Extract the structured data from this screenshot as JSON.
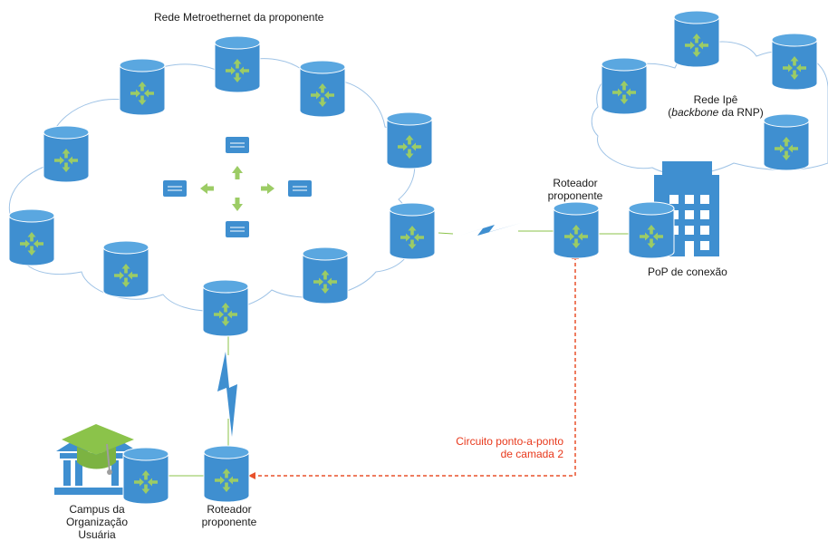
{
  "labels": {
    "metro_title": "Rede Metroethernet da proponente",
    "ipe_line1": "Rede Ipê",
    "ipe_backbone": "backbone",
    "ipe_suffix": " da RNP)",
    "ipe_prefix": "(",
    "router_top_line1": "Roteador",
    "router_top_line2": "proponente",
    "pop": "PoP de conexão",
    "circuit_line1": "Circuito ponto-a-ponto",
    "circuit_line2": "de camada 2",
    "campus_line1": "Campus da",
    "campus_line2": "Organização",
    "campus_line3": "Usuária",
    "router_bottom_line1": "Roteador",
    "router_bottom_line2": "proponente"
  },
  "colors": {
    "router_fill": "#3f8fd0",
    "router_top": "#5aa7e0",
    "router_edge": "#ffffff",
    "arrow_green": "#9ccc65",
    "cloud_stroke": "#9fc3e6",
    "link_green": "#8bc34a",
    "circuit_red": "#e8512b",
    "building": "#3f8fd0",
    "cap_green": "#8bc34a"
  },
  "icons": [
    "router-icon",
    "switch-icon",
    "building-icon",
    "campus-icon",
    "lightning-icon"
  ]
}
